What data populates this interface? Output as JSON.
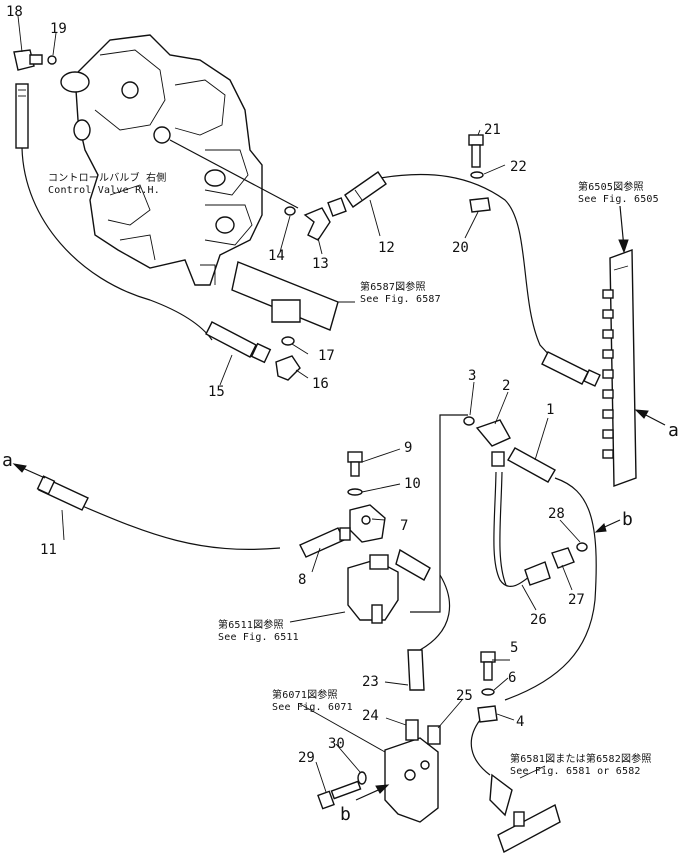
{
  "labels": {
    "control_valve": {
      "jp": "コントロールバルブ 右側",
      "en": "Control Valve R.H."
    },
    "fig6587": {
      "jp": "第6587図参照",
      "en": "See Fig. 6587"
    },
    "fig6505": {
      "jp": "第6505図参照",
      "en": "See Fig. 6505"
    },
    "fig6511": {
      "jp": "第6511図参照",
      "en": "See Fig. 6511"
    },
    "fig6071": {
      "jp": "第6071図参照",
      "en": "See Fig. 6071"
    },
    "fig6581": {
      "jp": "第6581図または第6582図参照",
      "en": "See Fig. 6581 or 6582"
    }
  },
  "letters": {
    "a_left": "a",
    "a_right": "a",
    "b_right": "b",
    "b_bottom": "b"
  },
  "parts": {
    "p1": "1",
    "p2": "2",
    "p3": "3",
    "p4": "4",
    "p5": "5",
    "p6": "6",
    "p7": "7",
    "p8": "8",
    "p9": "9",
    "p10": "10",
    "p11": "11",
    "p12": "12",
    "p13": "13",
    "p14": "14",
    "p15": "15",
    "p16": "16",
    "p17": "17",
    "p18": "18",
    "p19": "19",
    "p20": "20",
    "p21": "21",
    "p22": "22",
    "p23": "23",
    "p24": "24",
    "p25": "25",
    "p26": "26",
    "p27": "27",
    "p28": "28",
    "p29": "29",
    "p30": "30"
  }
}
